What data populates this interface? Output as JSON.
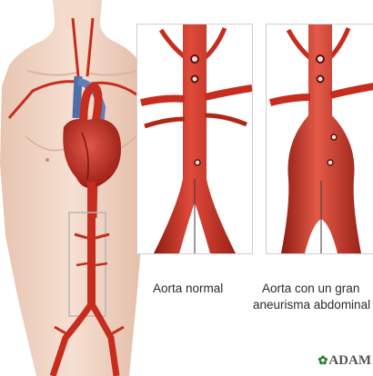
{
  "captions": {
    "normal": "Aorta normal",
    "aneurysm_line1": "Aorta con un gran",
    "aneurysm_line2": "aneurisma abdominal"
  },
  "logo": {
    "text": "ADAM"
  },
  "colors": {
    "artery": "#c62d1f",
    "artery_dark": "#8e1c12",
    "skin": "#f1d6c4",
    "vein": "#4f6fa8"
  }
}
